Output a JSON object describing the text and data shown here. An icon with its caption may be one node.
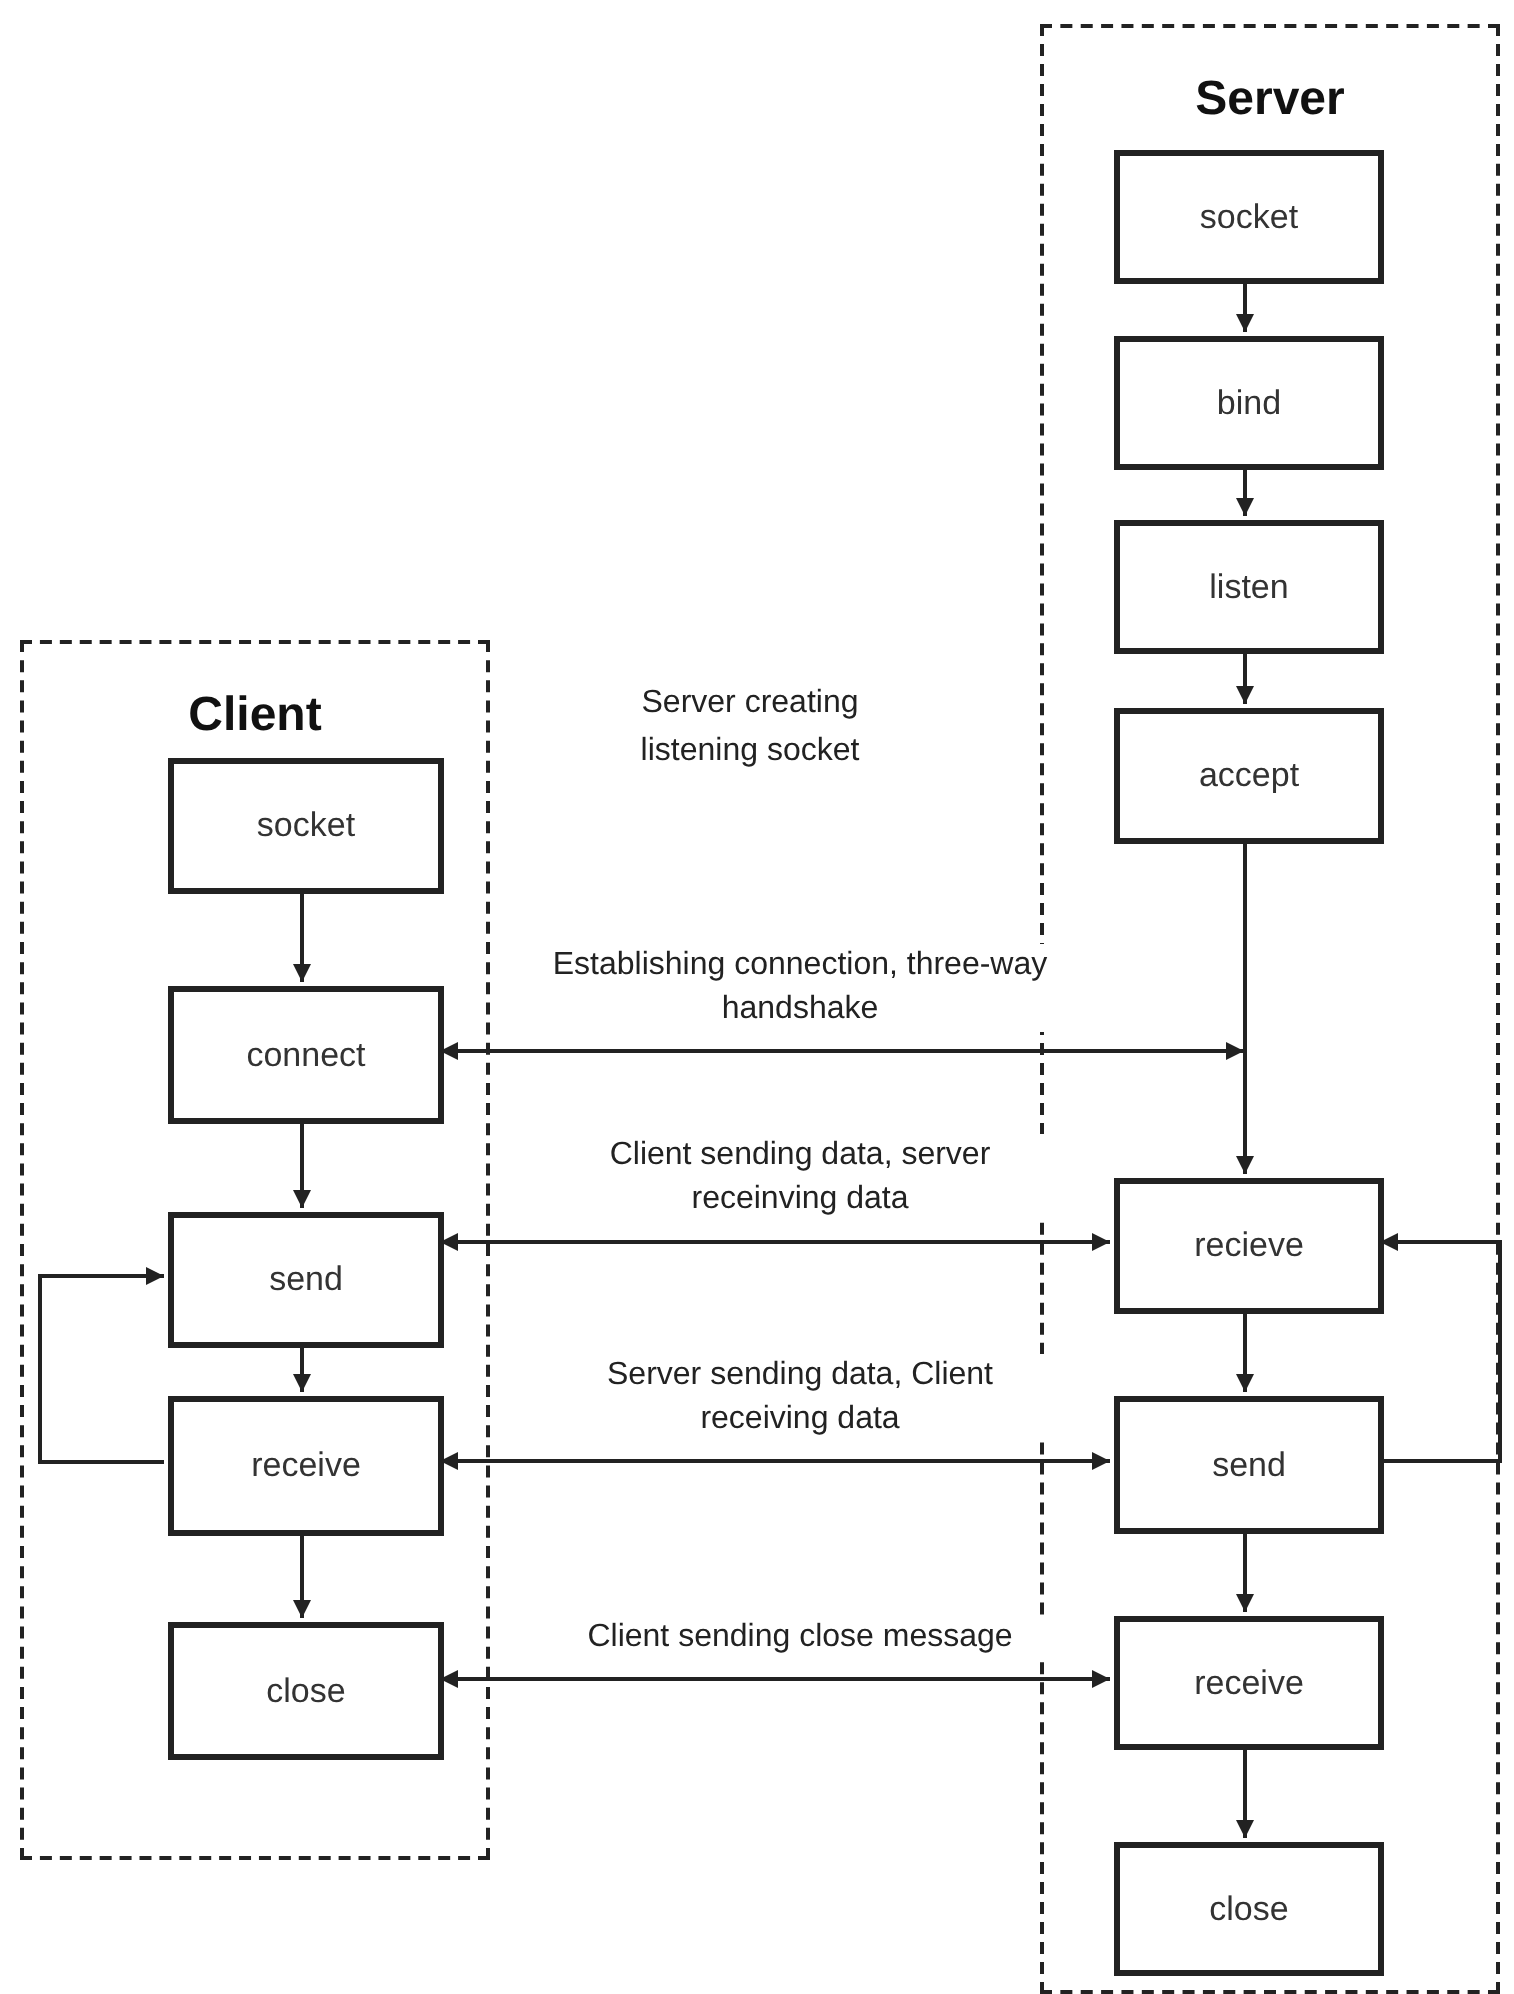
{
  "diagram": {
    "nodes": [
      {
        "text": [
          "Client"
        ]
      },
      {
        "text": [
          "socket"
        ],
        "in": 0
      },
      {
        "text": [
          "connect"
        ],
        "in": 0
      },
      {
        "text": [
          "send"
        ],
        "in": 0
      },
      {
        "text": [
          "receive"
        ],
        "in": 0
      },
      {
        "text": [
          "close"
        ],
        "in": 0
      },
      {
        "text": [
          "Server"
        ]
      },
      {
        "text": [
          "socket"
        ],
        "in": 6
      },
      {
        "text": [
          "bind"
        ],
        "in": 6
      },
      {
        "text": [
          "listen"
        ],
        "in": 6
      },
      {
        "text": [
          "accept"
        ],
        "in": 6
      },
      {
        "text": [
          "recieve"
        ],
        "in": 6
      },
      {
        "text": [
          "send"
        ],
        "in": 6
      },
      {
        "text": [
          "receive"
        ],
        "in": 6
      },
      {
        "text": [
          "close"
        ],
        "in": 6
      }
    ],
    "edges": [
      {
        "from": 1,
        "to": 2,
        "arrow": "to"
      },
      {
        "from": 2,
        "to": 3,
        "arrow": "to"
      },
      {
        "from": 3,
        "to": 4,
        "arrow": "to"
      },
      {
        "from": 4,
        "to": 5,
        "arrow": "to"
      },
      {
        "from": 4,
        "to": 3,
        "arrow": "to"
      },
      {
        "from": 7,
        "to": 8,
        "arrow": "to"
      },
      {
        "from": 8,
        "to": 9,
        "arrow": "to"
      },
      {
        "from": 9,
        "to": 10,
        "arrow": "to"
      },
      {
        "from": 10,
        "to": 11,
        "arrow": "to"
      },
      {
        "from": 11,
        "to": 12,
        "arrow": "to"
      },
      {
        "from": 12,
        "to": 13,
        "arrow": "to"
      },
      {
        "from": 13,
        "to": 14,
        "arrow": "to"
      },
      {
        "from": 12,
        "to": 11,
        "arrow": "to"
      },
      {
        "from": 2,
        "to": null,
        "arrow": "both",
        "label": "Establishing connection, three-way handshake"
      },
      {
        "from": 3,
        "to": 11,
        "arrow": "both",
        "label": "Client sending data, server receinving data"
      },
      {
        "from": 4,
        "to": 12,
        "arrow": "both",
        "label": "Server sending data, Client receiving data"
      },
      {
        "from": 5,
        "to": 13,
        "arrow": "both",
        "label": "Client sending close message"
      }
    ],
    "labels": [
      "Server creating listening socket"
    ]
  }
}
